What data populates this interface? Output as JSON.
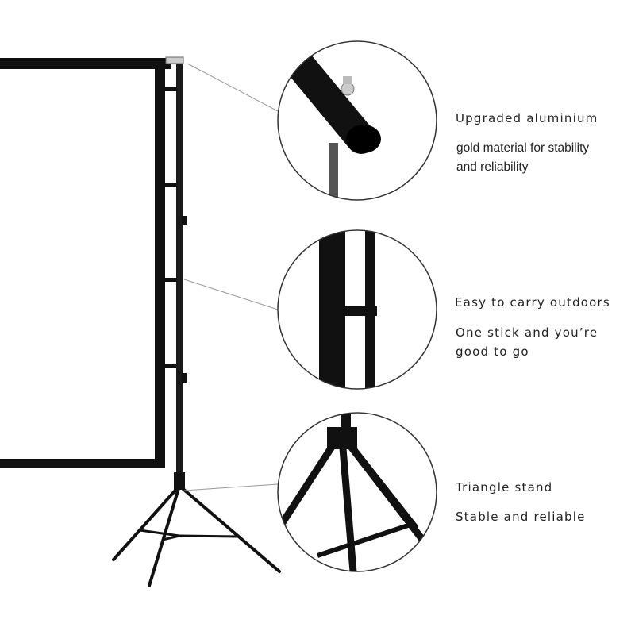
{
  "features": [
    {
      "title": "Upgraded aluminium",
      "lines": [
        "gold material for stability",
        "and reliability"
      ]
    },
    {
      "title": "Easy to carry outdoors",
      "lines": [
        "One stick and you’re",
        "good to go"
      ]
    },
    {
      "title": "Triangle stand",
      "lines": [
        "Stable and reliable"
      ]
    }
  ],
  "colors": {
    "frame": "#111111",
    "callout_line": "#999999",
    "circle_border": "#333333"
  }
}
